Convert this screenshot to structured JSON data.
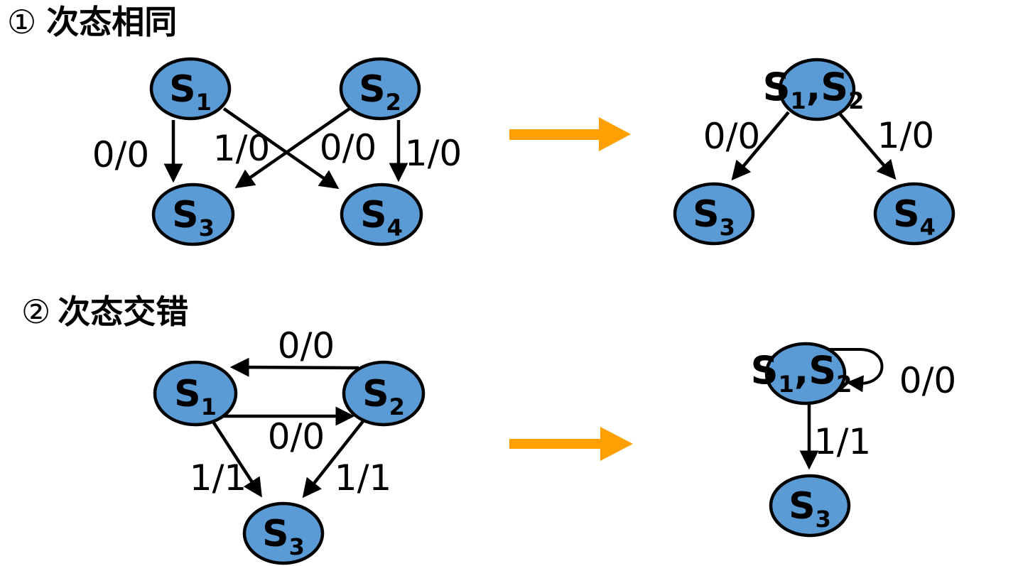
{
  "colors": {
    "background": "#ffffff",
    "node_fill": "#5b9bd5",
    "node_stroke": "#000000",
    "edge_color": "#000000",
    "transform_arrow": "#ffa000",
    "text_color": "#000000"
  },
  "section1": {
    "badge": "①",
    "title": "次态相同",
    "before": {
      "nodes": {
        "s1": {
          "base": "S",
          "sub": "1"
        },
        "s2": {
          "base": "S",
          "sub": "2"
        },
        "s3": {
          "base": "S",
          "sub": "3"
        },
        "s4": {
          "base": "S",
          "sub": "4"
        }
      },
      "labels": {
        "s1_s3": "0/0",
        "s1_s4": "1/0",
        "s2_s3": "0/0",
        "s2_s4": "1/0"
      }
    },
    "after": {
      "merged": {
        "p0": "S",
        "p1": "1",
        "p2": ",S",
        "p3": "2"
      },
      "nodes": {
        "s3": {
          "base": "S",
          "sub": "3"
        },
        "s4": {
          "base": "S",
          "sub": "4"
        }
      },
      "labels": {
        "to_s3": "0/0",
        "to_s4": "1/0"
      }
    }
  },
  "section2": {
    "badge": "②",
    "title": "次态交错",
    "before": {
      "nodes": {
        "s1": {
          "base": "S",
          "sub": "1"
        },
        "s2": {
          "base": "S",
          "sub": "2"
        },
        "s3": {
          "base": "S",
          "sub": "3"
        }
      },
      "labels": {
        "s2_s1": "0/0",
        "s1_s2": "0/0",
        "s1_s3": "1/1",
        "s2_s3": "1/1"
      }
    },
    "after": {
      "merged": {
        "p0": "S",
        "p1": "1",
        "p2": ",S",
        "p3": "2"
      },
      "nodes": {
        "s3": {
          "base": "S",
          "sub": "3"
        }
      },
      "labels": {
        "self_loop": "0/0",
        "to_s3": "1/1"
      }
    }
  }
}
